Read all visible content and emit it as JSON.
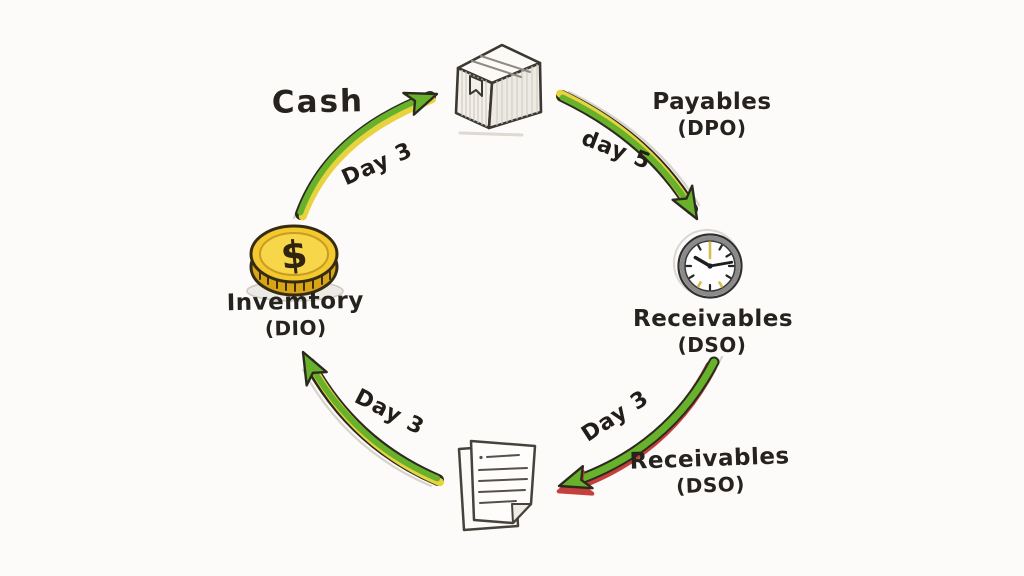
{
  "canvas": {
    "background": "#fcfbfa"
  },
  "palette": {
    "ink": "#26221e",
    "arrow_green": "#68b12b",
    "arrow_green_light": "#8cc63f",
    "arrow_outline": "#2c2a20",
    "arrow_yellow": "#e7d33f",
    "arrow_red": "#c5403a",
    "pencil_gray": "#d8d4cc",
    "coin_gold": "#f4c82f",
    "coin_gold_dark": "#d9a415",
    "coin_inner": "#f8d64a",
    "clock_ring_gray": "#8a8a8a",
    "paper_white": "#fefdfc"
  },
  "icons": {
    "top": "package-box",
    "right": "clock",
    "bottom": "invoice-document",
    "left": "dollar-coin"
  },
  "coin": {
    "symbol": "$"
  },
  "labels": {
    "cash": "Cash",
    "payables": [
      "Payables",
      "(DPO)"
    ],
    "receivables_right": [
      "Receivables",
      "(DSO)"
    ],
    "receivables_bottom": [
      "Receivables",
      "(DSO)"
    ],
    "inventory": [
      "Invemtory",
      "(DIO)"
    ]
  },
  "arrows": [
    {
      "id": "cash-to-inventory",
      "from": "dollar-coin",
      "to": "package-box",
      "label": "Day 3",
      "style": "green-with-yellow"
    },
    {
      "id": "inventory-to-payables",
      "from": "package-box",
      "to": "clock",
      "label": "day 5",
      "style": "yellow-with-green"
    },
    {
      "id": "payables-to-receivables",
      "from": "clock",
      "to": "invoice-document",
      "label": "Day 3",
      "style": "green-with-red"
    },
    {
      "id": "receivables-to-cash",
      "from": "invoice-document",
      "to": "dollar-coin",
      "label": "Day 3",
      "style": "green-with-yellow"
    }
  ]
}
